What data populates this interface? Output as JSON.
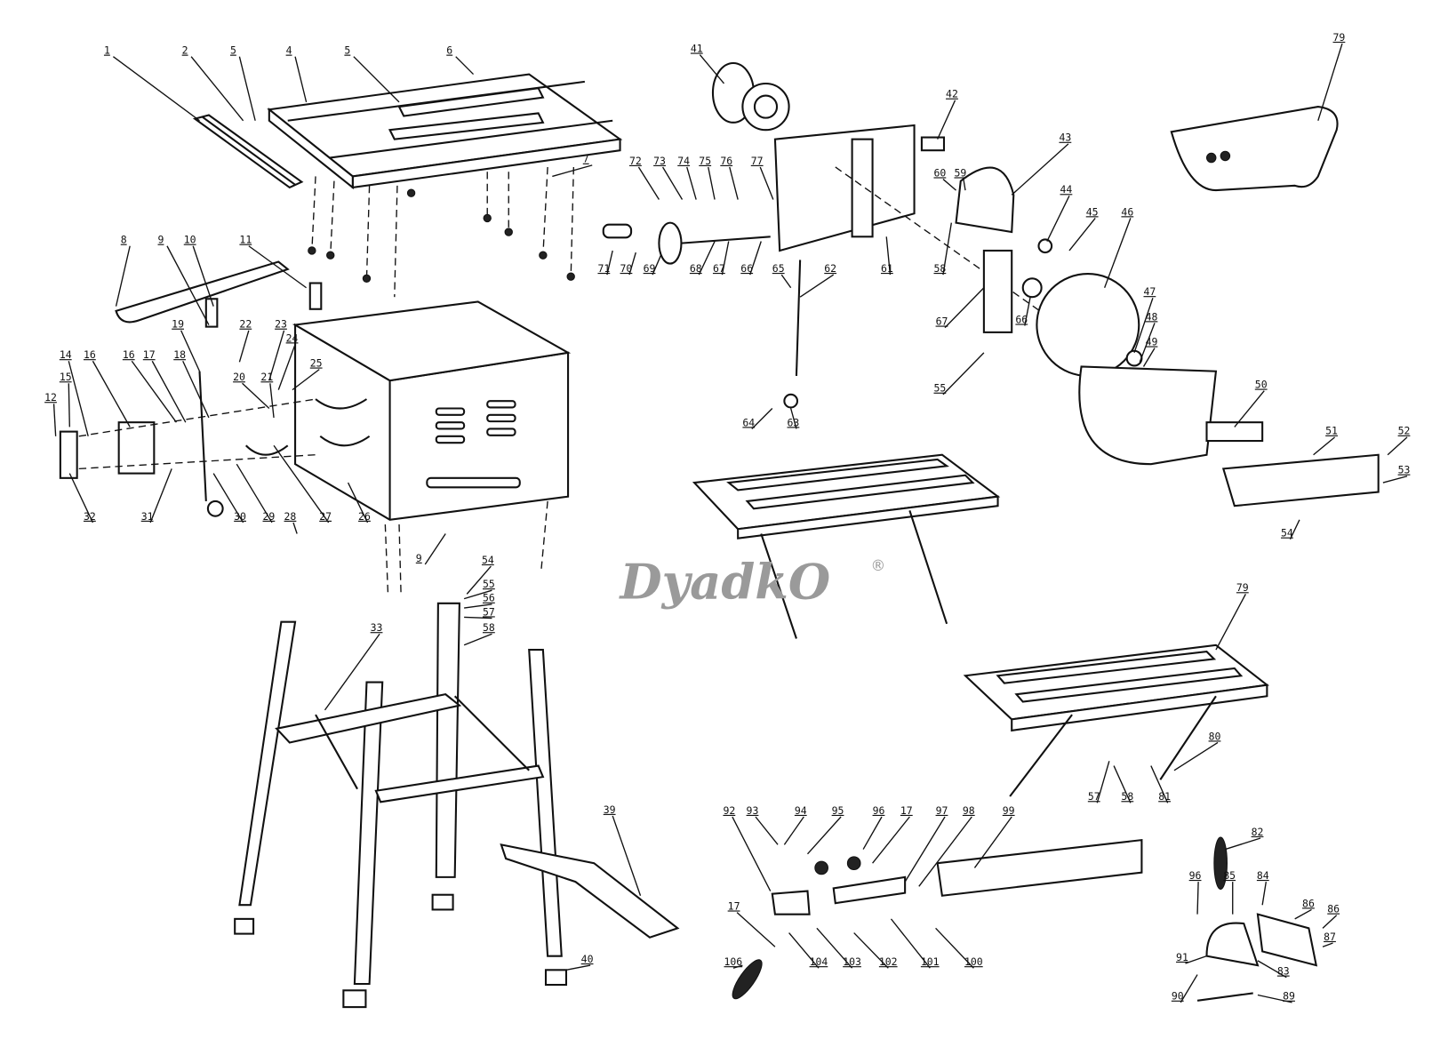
{
  "diagram": {
    "type": "exploded-parts-diagram",
    "watermark": {
      "brand": "DyadkO",
      "mark": "®"
    },
    "part_labels": [
      "1",
      "2",
      "5",
      "4",
      "5",
      "6",
      "7",
      "8",
      "9",
      "10",
      "11",
      "19",
      "22",
      "23",
      "24",
      "25",
      "20",
      "21",
      "14",
      "15",
      "16",
      "16",
      "17",
      "18",
      "12",
      "32",
      "31",
      "30",
      "29",
      "28",
      "27",
      "26",
      "9",
      "54",
      "55",
      "56",
      "57",
      "58",
      "33",
      "39",
      "40",
      "41",
      "42",
      "43",
      "72",
      "73",
      "74",
      "75",
      "76",
      "77",
      "71",
      "70",
      "69",
      "68",
      "67",
      "66",
      "65",
      "62",
      "61",
      "60",
      "59",
      "58",
      "44",
      "45",
      "46",
      "47",
      "48",
      "49",
      "67",
      "66",
      "55",
      "64",
      "63",
      "50",
      "51",
      "52",
      "53",
      "54",
      "79",
      "79",
      "80",
      "57",
      "58",
      "81",
      "92",
      "93",
      "94",
      "95",
      "96",
      "17",
      "97",
      "98",
      "99",
      "17",
      "106",
      "104",
      "103",
      "102",
      "101",
      "100",
      "96",
      "82",
      "85",
      "84",
      "86",
      "86",
      "87",
      "83",
      "91",
      "90",
      "89"
    ]
  }
}
